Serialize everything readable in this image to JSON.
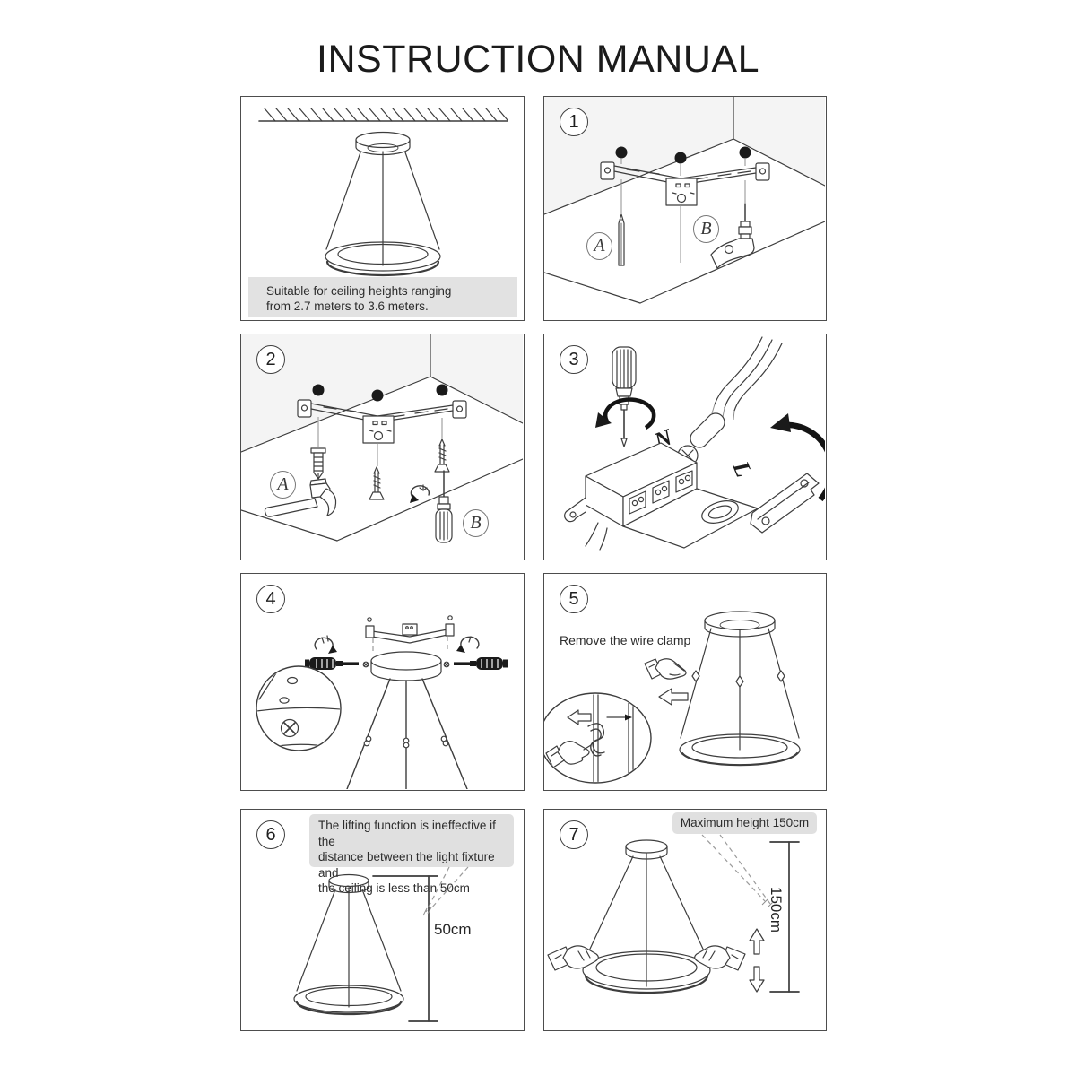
{
  "title": "INSTRUCTION MANUAL",
  "colors": {
    "line": "#3d3d3d",
    "panel_border": "#4d4d4d",
    "note_box_bg": "#e0e0e0",
    "caption_bar_bg": "#e2e2e2",
    "wall_shade": "#f4f4f4",
    "black_fill": "#1a1a1a"
  },
  "panels": {
    "overview": {
      "caption_line1": "Suitable for ceiling heights ranging",
      "caption_line2": "from 2.7 meters to 3.6 meters."
    },
    "step1": {
      "number": "1",
      "tool_a_label": "A",
      "tool_b_label": "B"
    },
    "step2": {
      "number": "2",
      "tool_a_label": "A",
      "tool_b_label": "B"
    },
    "step3": {
      "number": "3",
      "terminal_n_label": "N",
      "terminal_l_label": "L"
    },
    "step4": {
      "number": "4"
    },
    "step5": {
      "number": "5",
      "instruction": "Remove the wire clamp"
    },
    "step6": {
      "number": "6",
      "note_line1": "The lifting function is ineffective if the",
      "note_line2": "distance between the light fixture and",
      "note_line3": "the ceiling is less than 50cm",
      "dimension_label": "50cm"
    },
    "step7": {
      "number": "7",
      "note": "Maximum height 150cm",
      "dimension_label": "150cm"
    }
  }
}
